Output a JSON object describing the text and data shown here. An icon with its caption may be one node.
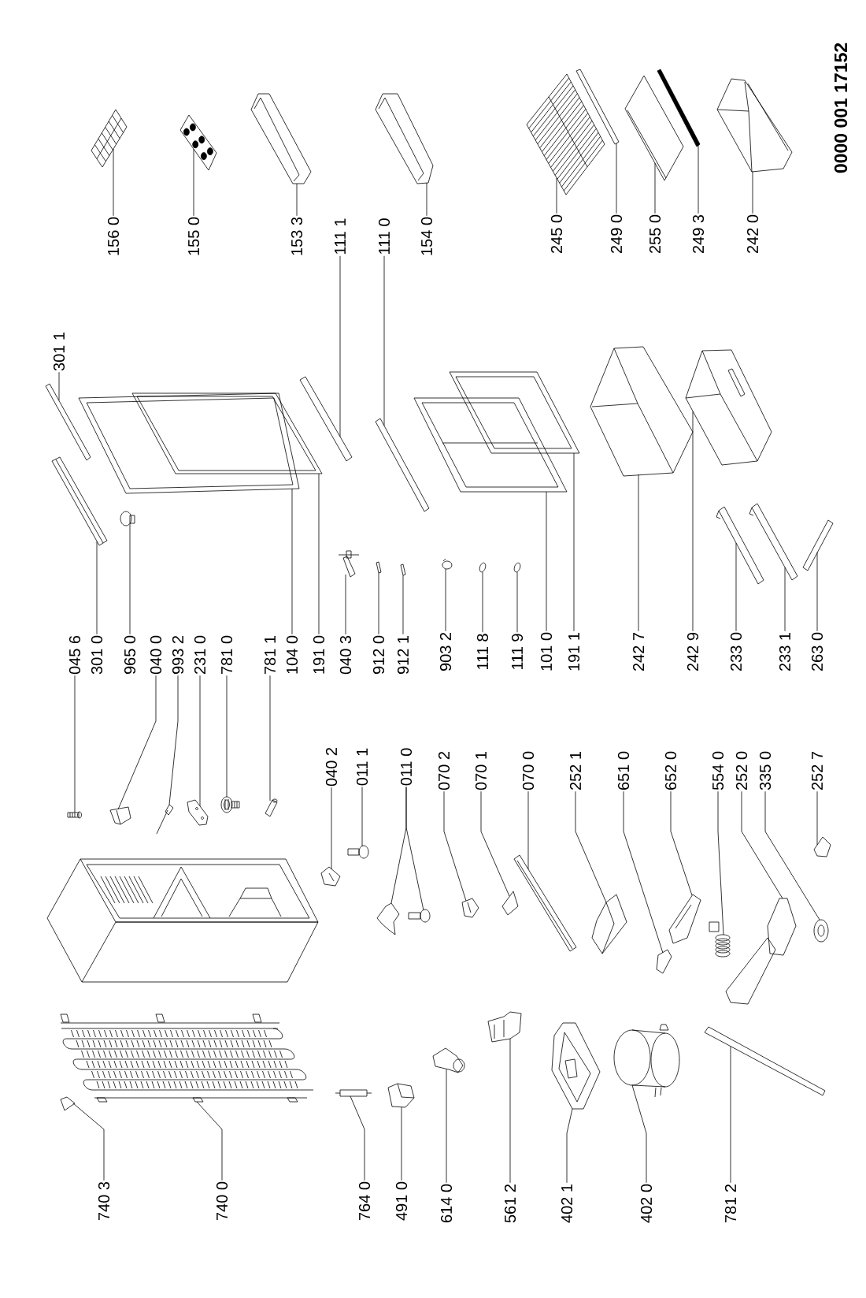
{
  "diagram": {
    "nodes": [
      {
        "text": [
          "156 0"
        ]
      },
      {
        "text": [],
        "shape": "picture"
      },
      {
        "text": [
          "155 0"
        ]
      },
      {
        "text": [],
        "shape": "picture"
      },
      {
        "text": [
          "153 3"
        ]
      },
      {
        "text": [],
        "shape": "picture"
      },
      {
        "text": [
          "111 1"
        ]
      },
      {
        "text": [],
        "shape": "picture"
      },
      {
        "text": [
          "111 0"
        ]
      },
      {
        "text": [],
        "shape": "picture"
      },
      {
        "text": [
          "154 0"
        ]
      },
      {
        "text": [],
        "shape": "picture"
      },
      {
        "text": [
          "245 0"
        ]
      },
      {
        "text": [],
        "shape": "picture"
      },
      {
        "text": [
          "249 0"
        ]
      },
      {
        "text": [],
        "shape": "picture"
      },
      {
        "text": [
          "255 0"
        ]
      },
      {
        "text": [],
        "shape": "picture"
      },
      {
        "text": [
          "249 3"
        ]
      },
      {
        "text": [],
        "shape": "picture"
      },
      {
        "text": [
          "242 0"
        ]
      },
      {
        "text": [],
        "shape": "picture"
      },
      {
        "text": [
          "301 1"
        ]
      },
      {
        "text": [],
        "shape": "picture"
      },
      {
        "text": [
          "045 6"
        ]
      },
      {
        "text": [],
        "shape": "picture"
      },
      {
        "text": [
          "301 0"
        ]
      },
      {
        "text": [],
        "shape": "picture"
      },
      {
        "text": [
          "965 0"
        ]
      },
      {
        "text": [],
        "shape": "picture"
      },
      {
        "text": [
          "040 0"
        ]
      },
      {
        "text": [],
        "shape": "picture"
      },
      {
        "text": [
          "993 2"
        ]
      },
      {
        "text": [],
        "shape": "picture"
      },
      {
        "text": [
          "231 0"
        ]
      },
      {
        "text": [],
        "shape": "picture"
      },
      {
        "text": [
          "781 0"
        ]
      },
      {
        "text": [],
        "shape": "picture"
      },
      {
        "text": [
          "781 1"
        ]
      },
      {
        "text": [],
        "shape": "picture"
      },
      {
        "text": [
          "104 0"
        ]
      },
      {
        "text": [],
        "shape": "picture"
      },
      {
        "text": [
          "191 0"
        ]
      },
      {
        "text": [],
        "shape": "picture"
      },
      {
        "text": [
          "040 3"
        ]
      },
      {
        "text": [],
        "shape": "picture"
      },
      {
        "text": [
          "912 0"
        ]
      },
      {
        "text": [],
        "shape": "picture"
      },
      {
        "text": [
          "912 1"
        ]
      },
      {
        "text": [],
        "shape": "picture"
      },
      {
        "text": [
          "903 2"
        ]
      },
      {
        "text": [],
        "shape": "picture"
      },
      {
        "text": [
          "111 8"
        ]
      },
      {
        "text": [],
        "shape": "picture"
      },
      {
        "text": [
          "111 9"
        ]
      },
      {
        "text": [],
        "shape": "picture"
      },
      {
        "text": [
          "101 0"
        ]
      },
      {
        "text": [],
        "shape": "picture"
      },
      {
        "text": [
          "191 1"
        ]
      },
      {
        "text": [],
        "shape": "picture"
      },
      {
        "text": [
          "242 7"
        ]
      },
      {
        "text": [],
        "shape": "picture"
      },
      {
        "text": [
          "242 9"
        ]
      },
      {
        "text": [],
        "shape": "picture"
      },
      {
        "text": [
          "233 0"
        ]
      },
      {
        "text": [],
        "shape": "picture"
      },
      {
        "text": [
          "233 1"
        ]
      },
      {
        "text": [],
        "shape": "picture"
      },
      {
        "text": [
          "263 0"
        ]
      },
      {
        "text": [],
        "shape": "picture"
      },
      {
        "text": [
          "040 2"
        ]
      },
      {
        "text": [],
        "shape": "picture"
      },
      {
        "text": [
          "011 1"
        ]
      },
      {
        "text": [],
        "shape": "picture"
      },
      {
        "text": [
          "011 0"
        ]
      },
      {
        "text": [],
        "shape": "picture"
      },
      {
        "text": [],
        "shape": "picture"
      },
      {
        "text": [
          "070 2"
        ]
      },
      {
        "text": [],
        "shape": "picture"
      },
      {
        "text": [
          "070 1"
        ]
      },
      {
        "text": [],
        "shape": "picture"
      },
      {
        "text": [
          "070 0"
        ]
      },
      {
        "text": [],
        "shape": "picture"
      },
      {
        "text": [
          "252 1"
        ]
      },
      {
        "text": [],
        "shape": "picture"
      },
      {
        "text": [
          "651 0"
        ]
      },
      {
        "text": [],
        "shape": "picture"
      },
      {
        "text": [
          "652 0"
        ]
      },
      {
        "text": [],
        "shape": "picture"
      },
      {
        "text": [
          "554 0"
        ]
      },
      {
        "text": [],
        "shape": "picture"
      },
      {
        "text": [
          "252 0"
        ]
      },
      {
        "text": [],
        "shape": "picture"
      },
      {
        "text": [
          "335 0"
        ]
      },
      {
        "text": [],
        "shape": "picture"
      },
      {
        "text": [
          "252 7"
        ]
      },
      {
        "text": [],
        "shape": "picture"
      },
      {
        "text": [
          "740 3"
        ]
      },
      {
        "text": [],
        "shape": "picture"
      },
      {
        "text": [
          "740 0"
        ]
      },
      {
        "text": [],
        "shape": "picture"
      },
      {
        "text": [
          "764 0"
        ]
      },
      {
        "text": [],
        "shape": "picture"
      },
      {
        "text": [
          "491 0"
        ]
      },
      {
        "text": [],
        "shape": "picture"
      },
      {
        "text": [
          "614 0"
        ]
      },
      {
        "text": [],
        "shape": "picture"
      },
      {
        "text": [
          "561 2"
        ]
      },
      {
        "text": [],
        "shape": "picture"
      },
      {
        "text": [
          "402 1"
        ]
      },
      {
        "text": [],
        "shape": "picture"
      },
      {
        "text": [
          "402 0"
        ]
      },
      {
        "text": [],
        "shape": "picture"
      },
      {
        "text": [
          "781 2"
        ]
      },
      {
        "text": [],
        "shape": "picture"
      }
    ],
    "edges": [
      {
        "from": 0,
        "to": 1,
        "arrow": "none"
      },
      {
        "from": 2,
        "to": 3,
        "arrow": "none"
      },
      {
        "from": 4,
        "to": 5,
        "arrow": "none"
      },
      {
        "from": 6,
        "to": 7,
        "arrow": "none"
      },
      {
        "from": 8,
        "to": 9,
        "arrow": "none"
      },
      {
        "from": 10,
        "to": 11,
        "arrow": "none"
      },
      {
        "from": 12,
        "to": 13,
        "arrow": "none"
      },
      {
        "from": 14,
        "to": 15,
        "arrow": "none"
      },
      {
        "from": 16,
        "to": 17,
        "arrow": "none"
      },
      {
        "from": 18,
        "to": 19,
        "arrow": "none"
      },
      {
        "from": 20,
        "to": 21,
        "arrow": "none"
      },
      {
        "from": 22,
        "to": 23,
        "arrow": "none"
      },
      {
        "from": 24,
        "to": 25,
        "arrow": "none"
      },
      {
        "from": 26,
        "to": 27,
        "arrow": "none"
      },
      {
        "from": 28,
        "to": 29,
        "arrow": "none"
      },
      {
        "from": 30,
        "to": 31,
        "arrow": "none"
      },
      {
        "from": 32,
        "to": 33,
        "arrow": "none"
      },
      {
        "from": 34,
        "to": 35,
        "arrow": "none"
      },
      {
        "from": 36,
        "to": 37,
        "arrow": "none"
      },
      {
        "from": 38,
        "to": 39,
        "arrow": "none"
      },
      {
        "from": 40,
        "to": 41,
        "arrow": "none"
      },
      {
        "from": 42,
        "to": 43,
        "arrow": "none"
      },
      {
        "from": 44,
        "to": 45,
        "arrow": "none"
      },
      {
        "from": 46,
        "to": 47,
        "arrow": "none"
      },
      {
        "from": 48,
        "to": 49,
        "arrow": "none"
      },
      {
        "from": 50,
        "to": 51,
        "arrow": "none"
      },
      {
        "from": 52,
        "to": 53,
        "arrow": "none"
      },
      {
        "from": 54,
        "to": 55,
        "arrow": "none"
      },
      {
        "from": 56,
        "to": 57,
        "arrow": "none"
      },
      {
        "from": 58,
        "to": 59,
        "arrow": "none"
      },
      {
        "from": 60,
        "to": 61,
        "arrow": "none"
      },
      {
        "from": 62,
        "to": 63,
        "arrow": "none"
      },
      {
        "from": 64,
        "to": 65,
        "arrow": "none"
      },
      {
        "from": 66,
        "to": 67,
        "arrow": "none"
      },
      {
        "from": 68,
        "to": 69,
        "arrow": "none"
      },
      {
        "from": 70,
        "to": 71,
        "arrow": "none"
      },
      {
        "from": 72,
        "to": 73,
        "arrow": "none"
      },
      {
        "from": 74,
        "to": 75,
        "arrow": "none"
      },
      {
        "from": 74,
        "to": 76,
        "arrow": "none"
      },
      {
        "from": 77,
        "to": 78,
        "arrow": "none"
      },
      {
        "from": 79,
        "to": 80,
        "arrow": "none"
      },
      {
        "from": 81,
        "to": 82,
        "arrow": "none"
      },
      {
        "from": 83,
        "to": 84,
        "arrow": "none"
      },
      {
        "from": 85,
        "to": 86,
        "arrow": "none"
      },
      {
        "from": 87,
        "to": 88,
        "arrow": "none"
      },
      {
        "from": 89,
        "to": 90,
        "arrow": "none"
      },
      {
        "from": 91,
        "to": 92,
        "arrow": "none"
      },
      {
        "from": 93,
        "to": 94,
        "arrow": "none"
      },
      {
        "from": 95,
        "to": 96,
        "arrow": "none"
      },
      {
        "from": 97,
        "to": 98,
        "arrow": "none"
      },
      {
        "from": 99,
        "to": 100,
        "arrow": "none"
      },
      {
        "from": 101,
        "to": 102,
        "arrow": "none"
      },
      {
        "from": 103,
        "to": 104,
        "arrow": "none"
      },
      {
        "from": 105,
        "to": 106,
        "arrow": "none"
      },
      {
        "from": 107,
        "to": 108,
        "arrow": "none"
      },
      {
        "from": 109,
        "to": 110,
        "arrow": "none"
      },
      {
        "from": 111,
        "to": 112,
        "arrow": "none"
      },
      {
        "from": 113,
        "to": 114,
        "arrow": "none"
      }
    ],
    "labels": [
      "0000 001 17152"
    ]
  }
}
